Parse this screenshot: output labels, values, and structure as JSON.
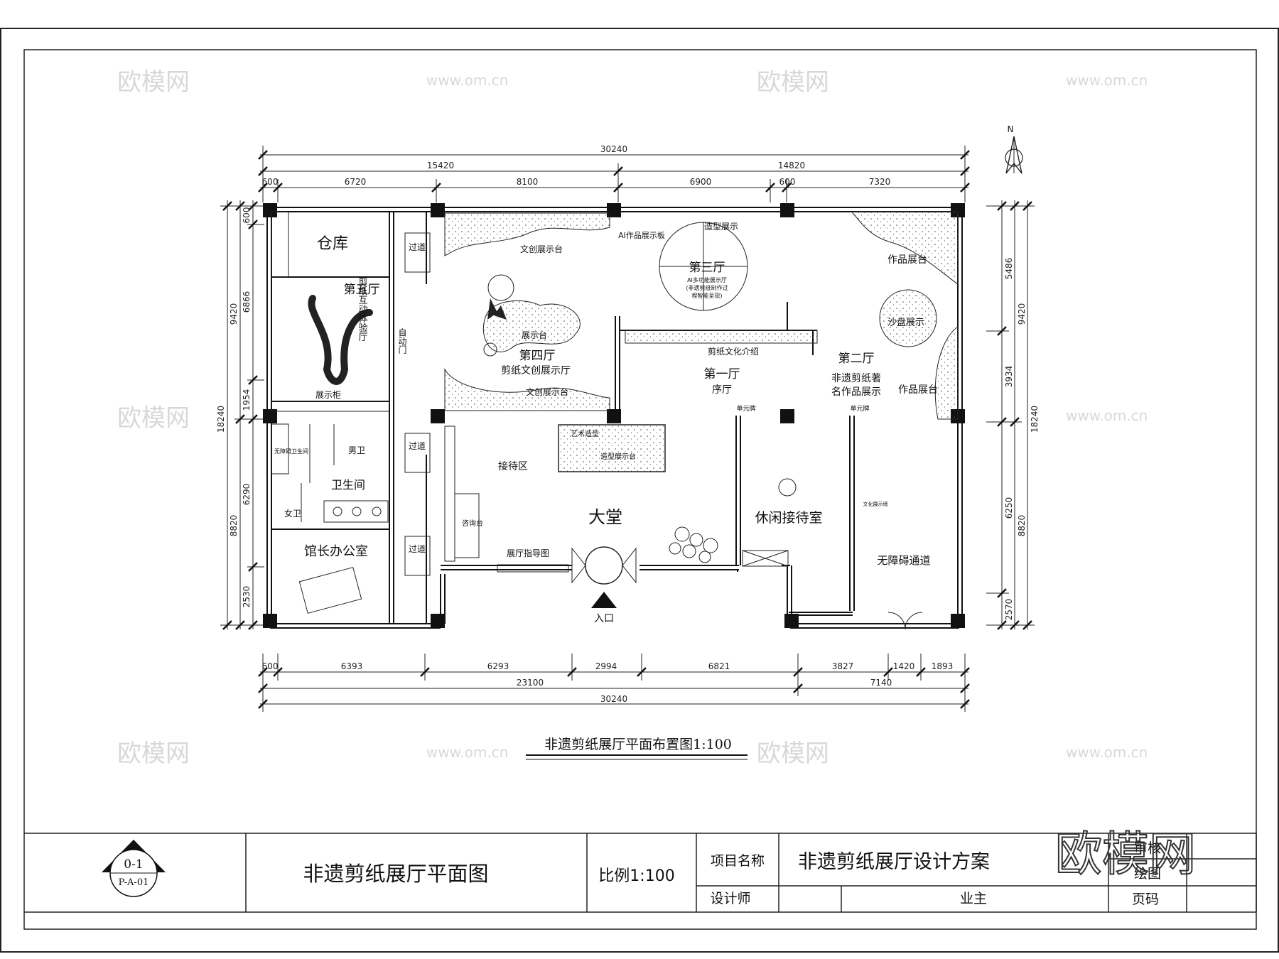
{
  "drawing_title": "非遗剪纸展厅平面布置图1:100",
  "north": "N",
  "entrance": "入口",
  "rooms": {
    "warehouse": "仓库",
    "hall5": "第五厅",
    "hall5_desc": "剪纸互动体验厅",
    "display_cabinet": "展示柜",
    "auto_door": "自动门",
    "passage": "过道",
    "hall4": "第四厅",
    "hall4_desc": "剪纸文创展示厅",
    "creative_stand_top": "文创展示台",
    "creative_stand_bottom": "文创展示台",
    "display_stand": "展示台",
    "ai_board": "AI作品展示板",
    "shape_display": "造型展示",
    "hall3": "第三厅",
    "hall3_desc_1": "AI多功能展示厅",
    "hall3_desc_2": "(非遗剪纸制作过",
    "hall3_desc_3": "程智能呈现)",
    "works_stand_top": "作品展台",
    "sand_table": "沙盘展示",
    "hall2": "第二厅",
    "hall2_desc_1": "非遗剪纸著",
    "hall2_desc_2": "名作品展示",
    "works_stand_bottom": "作品展台",
    "papercut_intro": "剪纸文化介绍",
    "hall1": "第一厅",
    "prelude": "序厅",
    "unit_sign_1": "单元牌",
    "unit_sign_2": "单元牌",
    "accessible_wc": "无障碍卫生间",
    "male_wc": "男卫",
    "restroom": "卫生间",
    "female_wc": "女卫",
    "reception_area": "接待区",
    "art_stand_1": "艺术造型",
    "art_stand_2": "造型展示台",
    "consult_desk": "咨询台",
    "lobby": "大堂",
    "guide_map": "展厅指导图",
    "lounge": "休闲接待室",
    "accessible_path": "无障碍通道",
    "culture_display": "文化展示墙",
    "director_office": "馆长办公室"
  },
  "dims_top_total": "30240",
  "dims_top_mid": [
    "15420",
    "14820"
  ],
  "dims_top_detail": [
    "600",
    "6720",
    "8100",
    "6900",
    "600",
    "7320"
  ],
  "dims_bottom_detail": [
    "600",
    "6393",
    "6293",
    "2994",
    "6821",
    "3827",
    "1420",
    "1893"
  ],
  "dims_bottom_mid": [
    "23100",
    "7140"
  ],
  "dims_bottom_total": "30240",
  "dims_left_outer": [
    "9420",
    "8820"
  ],
  "dims_left_total": "18240",
  "dims_left_detail": [
    "600",
    "6866",
    "1954",
    "6290",
    "2530"
  ],
  "dims_right_detail": [
    "5486",
    "3934",
    "6250",
    "2570"
  ],
  "dims_right_mid": [
    "9420",
    "8820"
  ],
  "dims_right_total": "18240",
  "title_block": {
    "symbol_top": "0-1",
    "symbol_bottom": "P-A-01",
    "drawing_name": "非遗剪纸展厅平面图",
    "scale": "比例1:100",
    "project_label": "项目名称",
    "project_name": "非遗剪纸展厅设计方案",
    "designer_label": "设计师",
    "owner_label": "业主",
    "review_label": "审核",
    "drafter_label": "绘图",
    "page_label": "页码"
  },
  "watermark": {
    "big": "欧模网",
    "small": "欧模网",
    "url": "www.om.cn"
  }
}
